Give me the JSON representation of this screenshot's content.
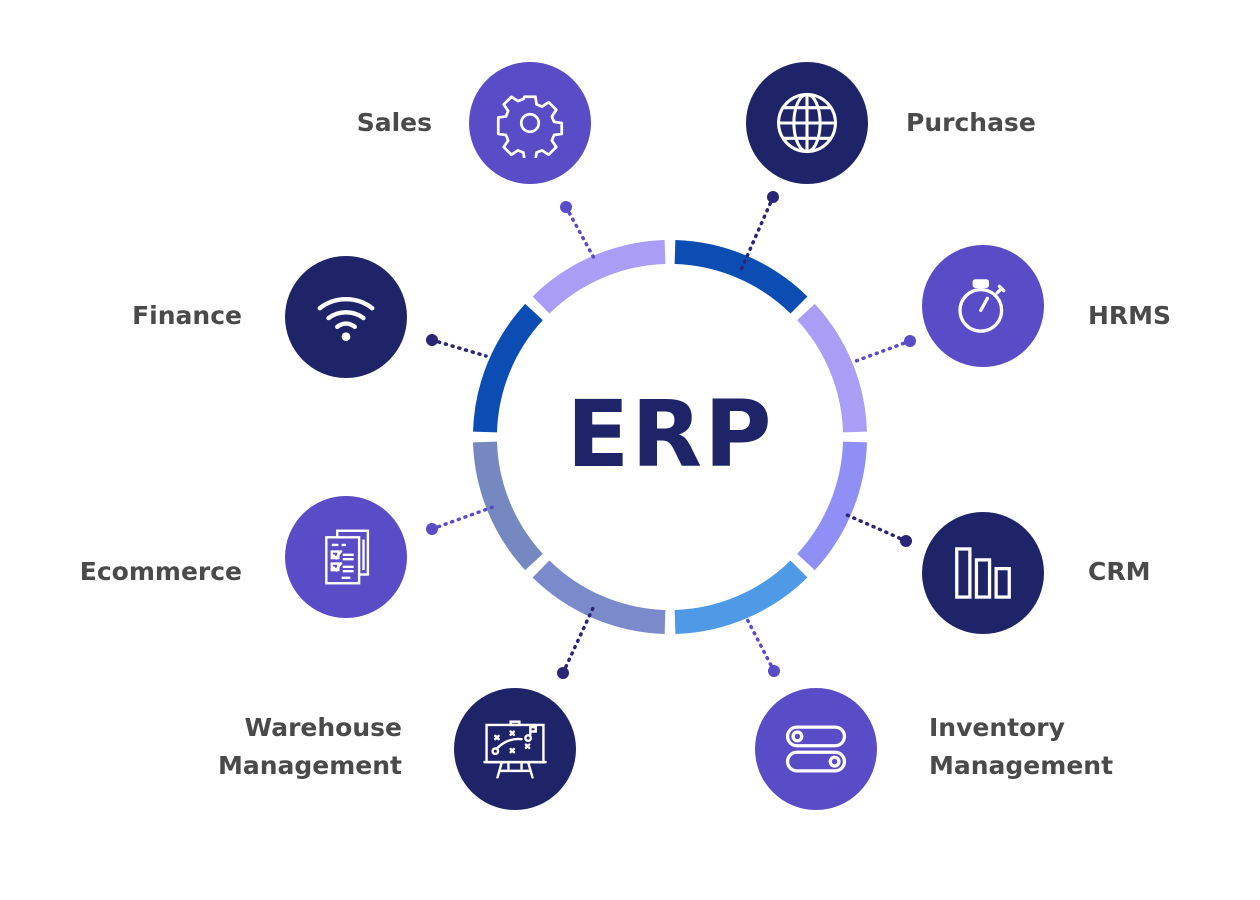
{
  "center": {
    "title": "ERP"
  },
  "colors": {
    "navy": "#1f2468",
    "purple": "#5a4bc6",
    "text": "#4a4a4a",
    "dot_dark": "#2a2575",
    "dot_purple": "#5a4bc6"
  },
  "ring_segments": [
    {
      "position": "top-right",
      "color": "#0c4db3"
    },
    {
      "position": "right-upper",
      "color": "#aa9df5"
    },
    {
      "position": "right-lower",
      "color": "#8f8ff5"
    },
    {
      "position": "bottom-right",
      "color": "#4f9ae6"
    },
    {
      "position": "bottom-left",
      "color": "#7a8acb"
    },
    {
      "position": "left-lower",
      "color": "#7589c0"
    },
    {
      "position": "left-upper",
      "color": "#0c4db3"
    },
    {
      "position": "top-left",
      "color": "#aa9df5"
    }
  ],
  "modules": [
    {
      "label": "Sales",
      "icon": "gear-icon",
      "color": "#5a4bc6"
    },
    {
      "label": "Purchase",
      "icon": "globe-icon",
      "color": "#1f2468"
    },
    {
      "label": "Finance",
      "icon": "wifi-icon",
      "color": "#1f2468"
    },
    {
      "label": "HRMS",
      "icon": "stopwatch-icon",
      "color": "#5a4bc6"
    },
    {
      "label": "Ecommerce",
      "icon": "checklist-documents-icon",
      "color": "#5a4bc6"
    },
    {
      "label": "CRM",
      "icon": "bar-chart-icon",
      "color": "#1f2468"
    },
    {
      "label_line1": "Warehouse",
      "label_line2": "Management",
      "icon": "strategy-board-icon",
      "color": "#1f2468"
    },
    {
      "label_line1": "Inventory",
      "label_line2": "Management",
      "icon": "toggle-switches-icon",
      "color": "#5a4bc6"
    }
  ]
}
